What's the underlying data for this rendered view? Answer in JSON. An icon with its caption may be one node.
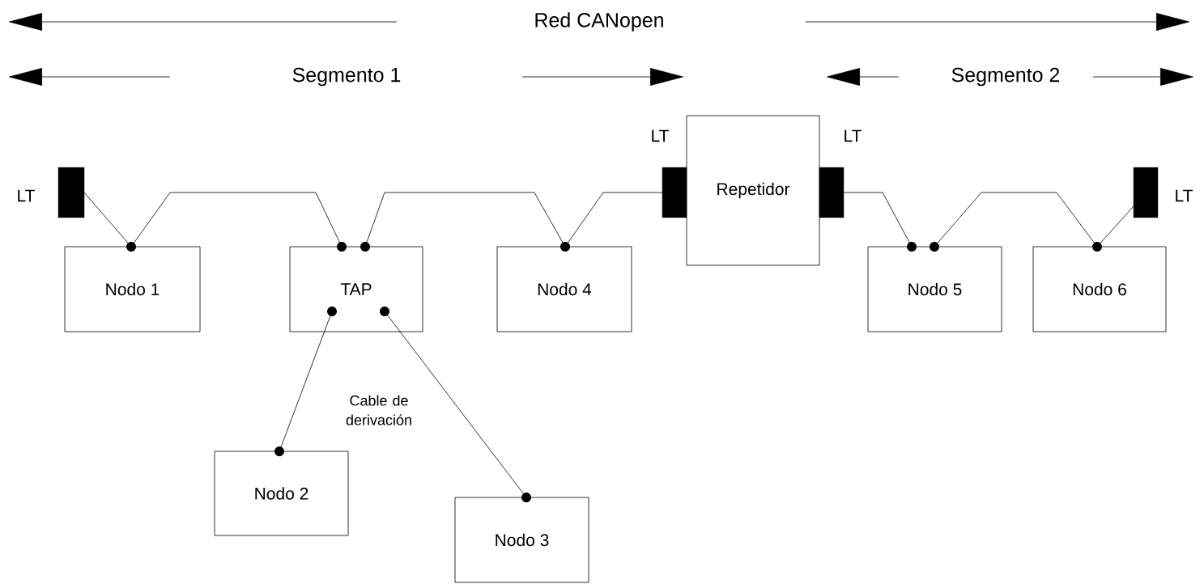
{
  "diagram": {
    "nodes": [
      {
        "text": [],
        "shape": "bar",
        "beside": [
          "LT"
        ]
      },
      {
        "text": [
          "Nodo 1"
        ]
      },
      {
        "text": [
          "TAP"
        ]
      },
      {
        "text": [
          "Nodo 4"
        ]
      },
      {
        "text": [],
        "shape": "bar",
        "beside": [
          "LT"
        ]
      },
      {
        "text": [
          "Repetidor"
        ]
      },
      {
        "text": [],
        "shape": "bar",
        "beside": [
          "LT"
        ]
      },
      {
        "text": [
          "Nodo 5"
        ]
      },
      {
        "text": [
          "Nodo 6"
        ]
      },
      {
        "text": [],
        "shape": "bar",
        "beside": [
          "LT"
        ]
      },
      {
        "text": [
          "Nodo 2"
        ]
      },
      {
        "text": [
          "Nodo 3"
        ]
      }
    ],
    "edges": [
      {
        "from": 0,
        "to": 1,
        "arrow": "none"
      },
      {
        "from": 1,
        "to": 2,
        "arrow": "none"
      },
      {
        "from": 2,
        "to": 3,
        "arrow": "none"
      },
      {
        "from": 3,
        "to": 4,
        "arrow": "none"
      },
      {
        "from": 6,
        "to": 7,
        "arrow": "none"
      },
      {
        "from": 7,
        "to": 8,
        "arrow": "none"
      },
      {
        "from": 8,
        "to": 9,
        "arrow": "none"
      },
      {
        "from": 2,
        "to": 10,
        "arrow": "none"
      },
      {
        "from": 2,
        "to": 11,
        "arrow": "none"
      }
    ],
    "labels": [
      "Red CANopen",
      "Segmento 1",
      "Segmento 2",
      "Cable de derivación"
    ]
  }
}
